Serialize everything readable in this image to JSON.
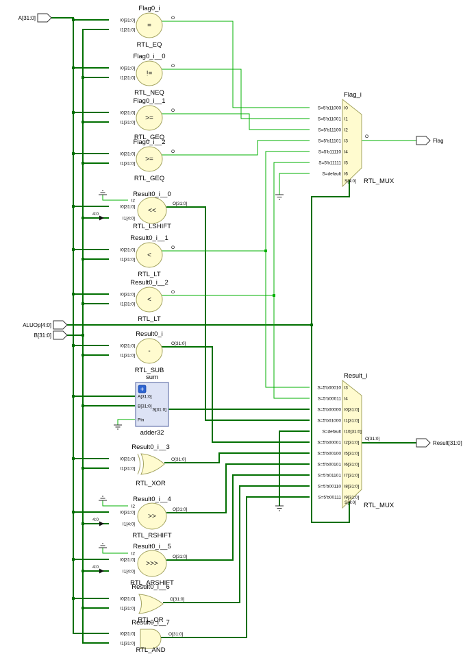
{
  "ports": {
    "a": {
      "label": "A[31:0]"
    },
    "aluop": {
      "label": "ALUOp[4:0]"
    },
    "b": {
      "label": "B[31:0]"
    },
    "flag": {
      "label": "Flag"
    },
    "result": {
      "label": "Result[31:0]"
    }
  },
  "blocks": [
    {
      "instance": "Flag0_i",
      "type": "RTL_EQ",
      "op": "=",
      "pins": {
        "i0": "I0[31:0]",
        "i1": "I1[31:0]",
        "o": "O"
      }
    },
    {
      "instance": "Flag0_i__0",
      "type": "RTL_NEQ",
      "op": "!=",
      "pins": {
        "i0": "I0[31:0]",
        "i1": "I1[31:0]",
        "o": "O"
      }
    },
    {
      "instance": "Flag0_i__1",
      "type": "RTL_GEQ",
      "op": ">=",
      "pins": {
        "i0": "I0[31:0]",
        "i1": "I1[31:0]",
        "o": "O"
      }
    },
    {
      "instance": "Flag0_i__2",
      "type": "RTL_GEQ",
      "op": ">=",
      "pins": {
        "i0": "I0[31:0]",
        "i1": "I1[31:0]",
        "o": "O"
      }
    },
    {
      "instance": "Result0_i__0",
      "type": "RTL_LSHIFT",
      "op": "<<",
      "slice": "4:0",
      "pins": {
        "i2": "I2",
        "i0": "I0[31:0]",
        "i1": "I1[4:0]",
        "o": "O[31:0]"
      }
    },
    {
      "instance": "Result0_i__1",
      "type": "RTL_LT",
      "op": "<",
      "pins": {
        "i0": "I0[31:0]",
        "i1": "I1[31:0]",
        "o": "O"
      }
    },
    {
      "instance": "Result0_i__2",
      "type": "RTL_LT",
      "op": "<",
      "pins": {
        "i0": "I0[31:0]",
        "i1": "I1[31:0]",
        "o": "O"
      }
    },
    {
      "instance": "Result0_i",
      "type": "RTL_SUB",
      "op": "-",
      "pins": {
        "i0": "I0[31:0]",
        "i1": "I1[31:0]",
        "o": "O[31:0]"
      }
    },
    {
      "instance": "Result0_i__3",
      "type": "RTL_XOR",
      "pins": {
        "i0": "I0[31:0]",
        "i1": "I1[31:0]",
        "o": "O[31:0]"
      }
    },
    {
      "instance": "Result0_i__4",
      "type": "RTL_RSHIFT",
      "op": ">>",
      "slice": "4:0",
      "pins": {
        "i2": "I2",
        "i0": "I0[31:0]",
        "i1": "I1[4:0]",
        "o": "O[31:0]"
      }
    },
    {
      "instance": "Result0_i__5",
      "type": "RTL_ARSHIFT",
      "op": ">>>",
      "slice": "4:0",
      "pins": {
        "i2": "I2",
        "i0": "I0[31:0]",
        "i1": "I1[4:0]",
        "o": "O[31:0]"
      }
    },
    {
      "instance": "Result0_i__6",
      "type": "RTL_OR",
      "pins": {
        "i0": "I0[31:0]",
        "i1": "I1[31:0]",
        "o": "O[31:0]"
      }
    },
    {
      "instance": "Result0_i__7",
      "type": "RTL_AND",
      "pins": {
        "i0": "I0[31:0]",
        "i1": "I1[31:0]",
        "o": "O[31:0]"
      }
    }
  ],
  "adder": {
    "instance": "sum",
    "type": "adder32",
    "icon": "+",
    "pins": {
      "a": "A[31:0]",
      "b": "B[31:0]",
      "cin": "Pin",
      "s": "S[31:0]"
    }
  },
  "flag_mux": {
    "instance": "Flag_i",
    "type": "RTL_MUX",
    "out": "O",
    "sel": "S[4:0]",
    "rows": [
      {
        "cond": "S=5'b11000",
        "pin": "I0"
      },
      {
        "cond": "S=5'b11001",
        "pin": "I1"
      },
      {
        "cond": "S=5'b11100",
        "pin": "I2"
      },
      {
        "cond": "S=5'b11101",
        "pin": "I3"
      },
      {
        "cond": "S=5'b11110",
        "pin": "I4"
      },
      {
        "cond": "S=5'b11111",
        "pin": "I5"
      },
      {
        "cond": "S=default",
        "pin": "I6"
      }
    ]
  },
  "result_mux": {
    "instance": "Result_i",
    "type": "RTL_MUX",
    "out": "O[31:0]",
    "sel": "S[4:0]",
    "rows": [
      {
        "cond": "S=5'b00010",
        "pin": "I3"
      },
      {
        "cond": "S=5'b00011",
        "pin": "I4"
      },
      {
        "cond": "S=5'b00000",
        "pin": "I0[31:0]"
      },
      {
        "cond": "S=5'b01000",
        "pin": "I1[31:0]"
      },
      {
        "cond": "S=default",
        "pin": "I10[31:0]"
      },
      {
        "cond": "S=5'b00001",
        "pin": "I2[31:0]"
      },
      {
        "cond": "S=5'b00100",
        "pin": "I5[31:0]"
      },
      {
        "cond": "S=5'b00101",
        "pin": "I6[31:0]"
      },
      {
        "cond": "S=5'b01101",
        "pin": "I7[31:0]"
      },
      {
        "cond": "S=5'b00110",
        "pin": "I8[31:0]"
      },
      {
        "cond": "S=5'b00111",
        "pin": "I9[31:0]"
      }
    ]
  }
}
